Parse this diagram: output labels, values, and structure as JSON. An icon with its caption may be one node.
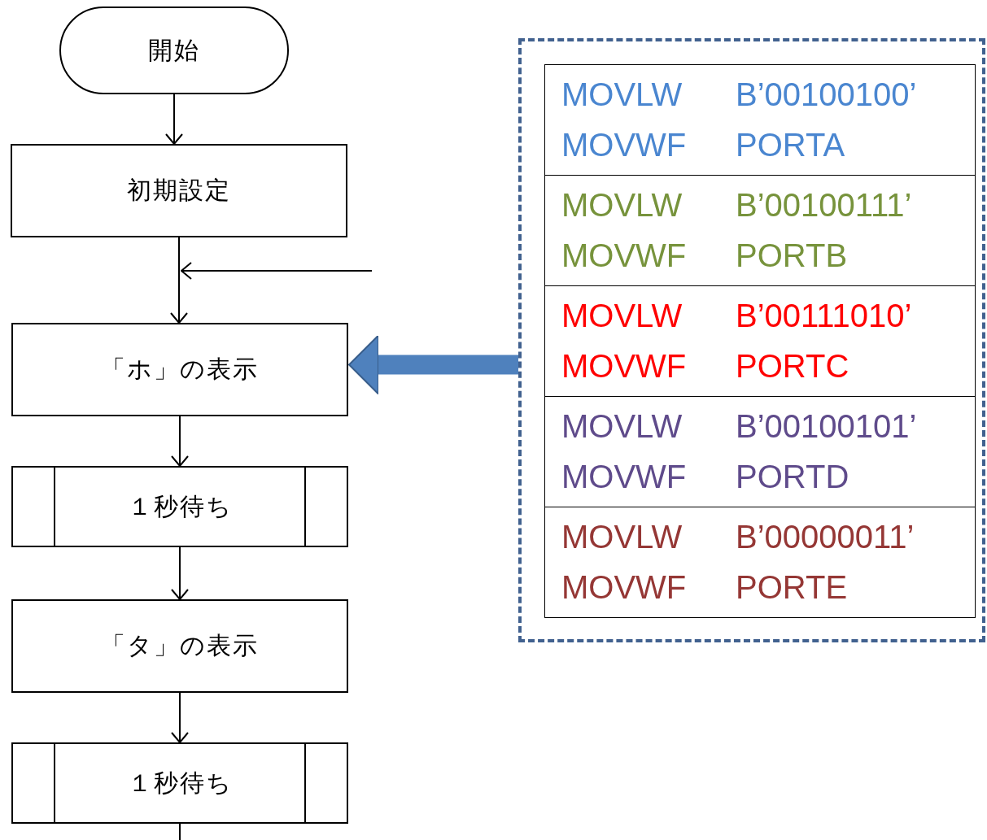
{
  "diagram": {
    "nodes": [
      {
        "text": [
          "開始"
        ]
      },
      {
        "text": [
          "初期設定"
        ]
      },
      {
        "text": [
          "「ホ」の表示"
        ]
      },
      {
        "text": [
          "１秒待ち"
        ]
      },
      {
        "text": [
          "「タ」の表示"
        ]
      },
      {
        "text": [
          "１秒待ち"
        ]
      },
      {
        "text": [],
        "shape": "box"
      },
      {
        "text": [
          "MOVLW",
          "B’00100100’",
          "MOVWF",
          "PORTA"
        ],
        "in": 6
      },
      {
        "text": [
          "MOVLW",
          "B’00100111’",
          "MOVWF",
          "PORTB"
        ],
        "in": 6
      },
      {
        "text": [
          "MOVLW",
          "B’00111010’",
          "MOVWF",
          "PORTC"
        ],
        "in": 6
      },
      {
        "text": [
          "MOVLW",
          "B’00100101’",
          "MOVWF",
          "PORTD"
        ],
        "in": 6
      },
      {
        "text": [
          "MOVLW",
          "B’00000011’",
          "MOVWF",
          "PORTE"
        ],
        "in": 6
      }
    ],
    "edges": [
      {
        "from": 0,
        "to": 1,
        "arrow": "to"
      },
      {
        "from": 1,
        "to": 2,
        "arrow": "to"
      },
      {
        "from": null,
        "to": 2,
        "arrow": "to"
      },
      {
        "from": 2,
        "to": 3,
        "arrow": "to"
      },
      {
        "from": 3,
        "to": 4,
        "arrow": "to"
      },
      {
        "from": 4,
        "to": 5,
        "arrow": "to"
      },
      {
        "from": 5,
        "to": null,
        "arrow": "none"
      },
      {
        "from": 6,
        "to": 2,
        "arrow": "to",
        "style": "thick",
        "color": "#4f81bd"
      }
    ]
  }
}
